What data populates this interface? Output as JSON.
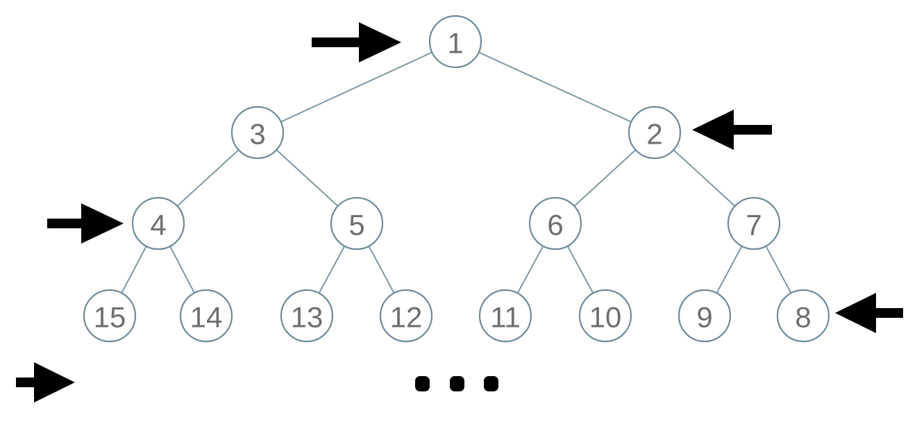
{
  "diagram": {
    "type": "binary-tree-zigzag-traversal",
    "background": "#ffffff"
  },
  "colors": {
    "node_stroke": "#6e8a9b",
    "node_fill": "#ffffff",
    "node_text": "#6f6f6f",
    "edge": "#7e97a6",
    "arrow": "#000000",
    "ellipsis": "#000000"
  },
  "tree": {
    "levels": [
      {
        "nodes": [
          {
            "label": "1"
          }
        ]
      },
      {
        "nodes": [
          {
            "label": "3"
          },
          {
            "label": "2"
          }
        ]
      },
      {
        "nodes": [
          {
            "label": "4"
          },
          {
            "label": "5"
          },
          {
            "label": "6"
          },
          {
            "label": "7"
          }
        ]
      },
      {
        "nodes": [
          {
            "label": "15"
          },
          {
            "label": "14"
          },
          {
            "label": "13"
          },
          {
            "label": "12"
          },
          {
            "label": "11"
          },
          {
            "label": "10"
          },
          {
            "label": "9"
          },
          {
            "label": "8"
          }
        ]
      }
    ],
    "edges": [
      "1-3",
      "1-2",
      "3-4",
      "3-5",
      "2-6",
      "2-7",
      "4-15",
      "4-14",
      "5-13",
      "5-12",
      "6-11",
      "6-10",
      "7-9",
      "7-8"
    ]
  },
  "arrows": [
    {
      "icon": "arrow-right-icon",
      "at": "node 1 left side"
    },
    {
      "icon": "arrow-left-icon",
      "at": "node 2 right side"
    },
    {
      "icon": "arrow-right-icon",
      "at": "node 4 left side"
    },
    {
      "icon": "arrow-left-icon",
      "at": "node 8 right side"
    },
    {
      "icon": "arrow-right-icon",
      "at": "bottom left continuation"
    }
  ],
  "continuation": {
    "icon": "ellipsis-dots",
    "dots": 3
  }
}
